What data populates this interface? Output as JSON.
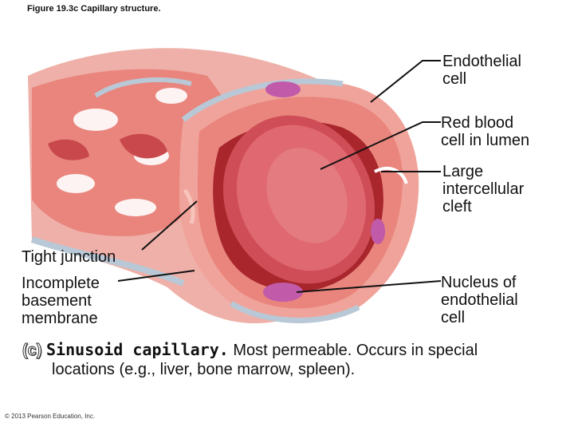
{
  "figure_title": "Figure 19.3c  Capillary structure.",
  "labels": {
    "endothelial_cell": [
      "Endothelial",
      "cell"
    ],
    "red_blood_cell": [
      "Red blood",
      "cell in lumen"
    ],
    "intercellular_cleft": [
      "Large",
      "intercellular",
      "cleft"
    ],
    "tight_junction": [
      "Tight junction"
    ],
    "basement_membrane": [
      "Incomplete",
      "basement",
      "membrane"
    ],
    "nucleus": [
      "Nucleus of",
      "endothelial",
      "cell"
    ]
  },
  "caption": {
    "letter": "(c)",
    "name": "Sinusoid capillary.",
    "text_1": "Most permeable. Occurs in special",
    "text_2": "locations (e.g., liver, bone marrow, spleen)."
  },
  "copyright": "© 2013 Pearson Education, Inc.",
  "colors": {
    "tissue": "#e9857d",
    "tissue_dark": "#c9484b",
    "tissue_light": "#f7c4bc",
    "membrane": "#b9c8d6",
    "lumen": "#a8262c",
    "rbc": "#e06870",
    "nucleus": "#c05aa9"
  }
}
